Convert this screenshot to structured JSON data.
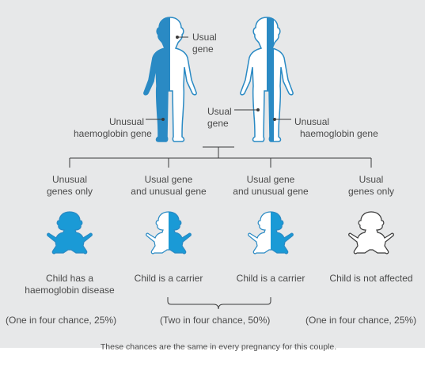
{
  "colors": {
    "blue": "#2a8ac4",
    "child_blue": "#1a9ad6",
    "background": "#e7e8e9",
    "text": "#4a4a4a"
  },
  "parents": {
    "usual_gene_top": [
      "Usual",
      "gene"
    ],
    "usual_gene_mid": [
      "Usual",
      "gene"
    ],
    "unusual_left": [
      "Unusual",
      "haemoglobin gene"
    ],
    "unusual_right": [
      "Unusual",
      "haemoglobin gene"
    ]
  },
  "children": [
    {
      "genes": [
        "Unusual",
        "genes only"
      ],
      "outcome": [
        "Child has a",
        "haemoglobin disease"
      ]
    },
    {
      "genes": [
        "Usual gene",
        "and unusual gene"
      ],
      "outcome": [
        "Child is a carrier"
      ]
    },
    {
      "genes": [
        "Usual gene",
        "and unusual gene"
      ],
      "outcome": [
        "Child is a carrier"
      ]
    },
    {
      "genes": [
        "Usual",
        "genes only"
      ],
      "outcome": [
        "Child is not affected"
      ]
    }
  ],
  "chances": [
    "(One in four chance, 25%)",
    "(Two in four chance, 50%)",
    "(One in four chance, 25%)"
  ],
  "footnote": "These chances are the same in every pregnancy for this couple."
}
